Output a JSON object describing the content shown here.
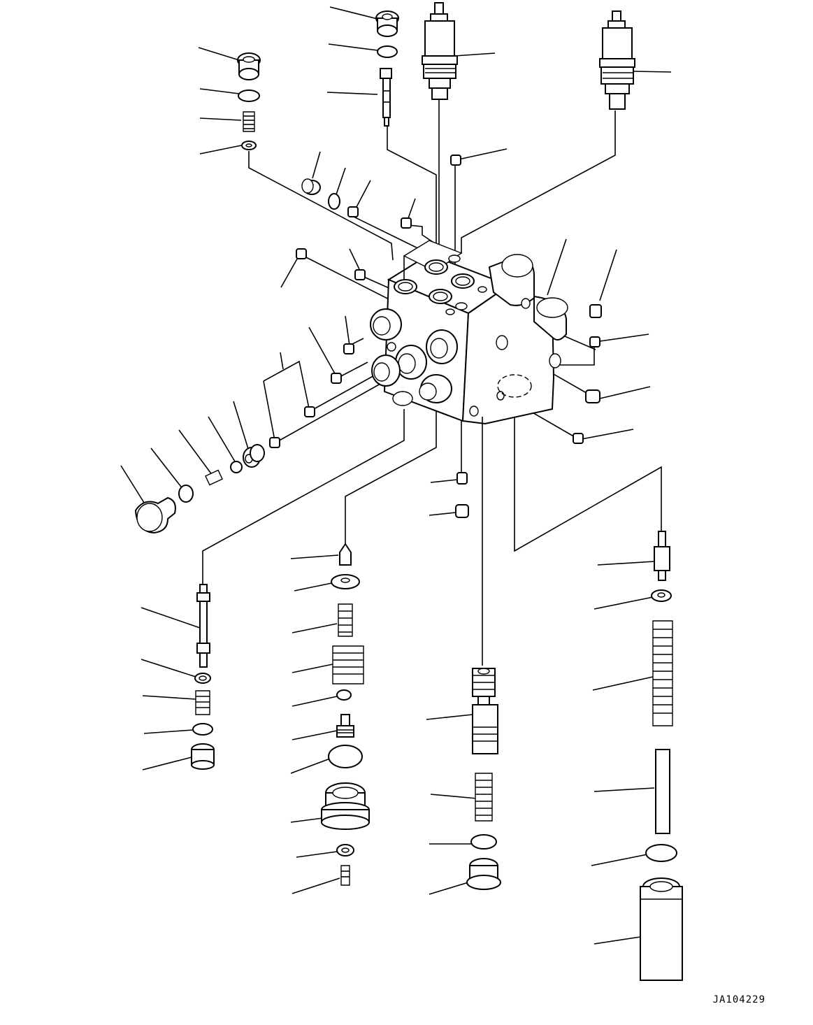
{
  "drawing": {
    "number": "JA104229"
  },
  "parts": {
    "valve_body": "valve-body",
    "relief_valves": [
      "relief-valve-left",
      "relief-valve-right"
    ],
    "spools": [
      "left-spool",
      "center-spool",
      "right-spool"
    ],
    "springs": [
      "spring"
    ],
    "plugs": [
      "plug"
    ],
    "o_rings": [
      "o-ring"
    ]
  }
}
